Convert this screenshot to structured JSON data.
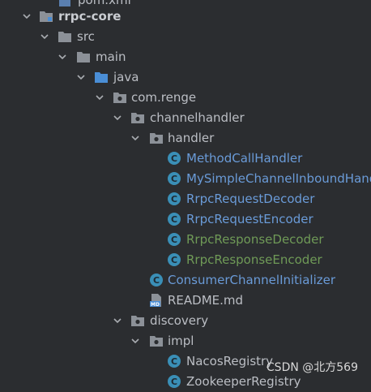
{
  "tree": {
    "top_partial": "pom.xml",
    "items": [
      {
        "label": "rrpc-core"
      },
      {
        "label": "src"
      },
      {
        "label": "main"
      },
      {
        "label": "java"
      },
      {
        "label": "com.renge"
      },
      {
        "label": "channelhandler"
      },
      {
        "label": "handler"
      },
      {
        "label": "MethodCallHandler"
      },
      {
        "label": "MySimpleChannelInboundHandler"
      },
      {
        "label": "RrpcRequestDecoder"
      },
      {
        "label": "RrpcRequestEncoder"
      },
      {
        "label": "RrpcResponseDecoder"
      },
      {
        "label": "RrpcResponseEncoder"
      },
      {
        "label": "ConsumerChannelInitializer"
      },
      {
        "label": "README.md"
      },
      {
        "label": "discovery"
      },
      {
        "label": "impl"
      },
      {
        "label": "NacosRegistry"
      },
      {
        "label": "ZookeeperRegistry"
      }
    ]
  },
  "icons": {
    "class": "class-icon",
    "folder": "folder-icon",
    "package": "package-icon",
    "markdown": "markdown-icon",
    "module": "module-icon"
  },
  "colors": {
    "background": "#2b2d30",
    "class_icon": "#3a8fb7",
    "blue_text": "#6a9bd8",
    "green_text": "#6f9a57",
    "source_folder": "#4a8ed6"
  },
  "watermark": "CSDN @北方569"
}
